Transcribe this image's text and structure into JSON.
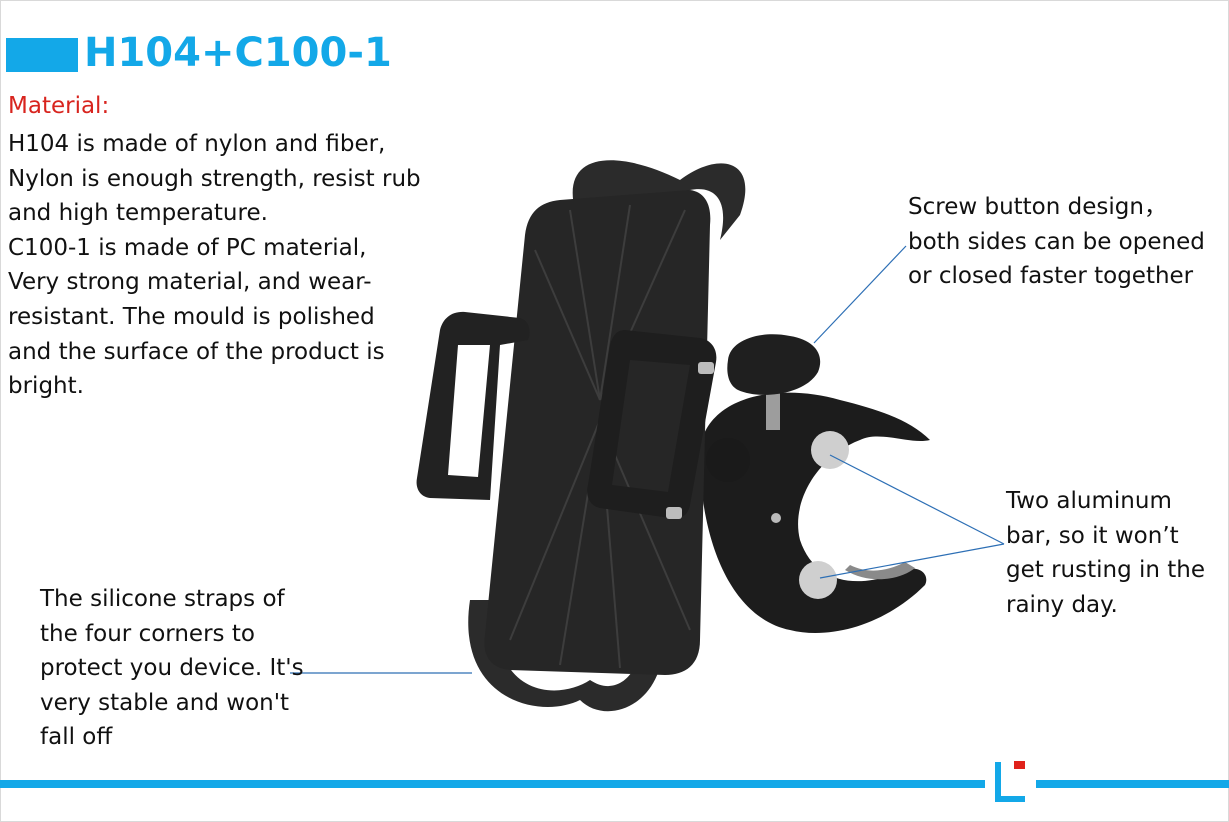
{
  "header": {
    "title": "H104+C100-1"
  },
  "material": {
    "label": "Material:",
    "lines": [
      "H104 is made of  nylon and fiber,",
      "Nylon is enough strength, resist rub",
      "and high temperature.",
      "C100-1  is made of PC material,",
      "Very strong material, and wear-",
      "resistant. The mould is polished",
      "and the surface of the product is",
      "bright."
    ]
  },
  "callouts": {
    "screw": [
      "Screw button design，",
      "both sides can be opened",
      "or closed faster together"
    ],
    "bar": [
      "Two aluminum",
      "bar, so it won’t",
      "get rusting in the",
      "rainy day."
    ],
    "straps": [
      "The silicone straps of",
      "the four corners to",
      "protect you device. It's",
      "very stable and won't",
      "fall off"
    ]
  },
  "colors": {
    "accent": "#13a8e8",
    "material_label": "#d8241e",
    "logo_dot": "#e0221b"
  },
  "icons": {
    "logo": "brand-logo-l",
    "product": "bike-phone-mount-image"
  }
}
